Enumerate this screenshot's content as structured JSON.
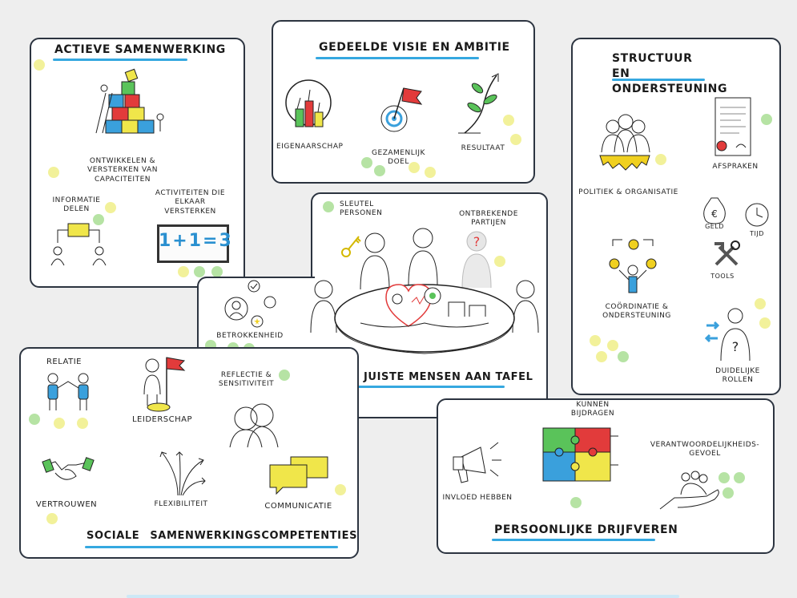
{
  "colors": {
    "yellow_dot": "#f2f19a",
    "green_dot": "#b6e3a4",
    "accent_blue": "#35a8e0",
    "border": "#2c3440"
  },
  "actieve": {
    "title": "actieve samenwerking",
    "cap_label": "ontwikkelen & versterken van capaciteiten",
    "info_label": "informatie delen",
    "act_label": "activiteiten die elkaar versterken",
    "board_text": "1+1=3"
  },
  "visie": {
    "title": "Gedeelde Visie en Ambitie",
    "eigenaar": "eigenaarschap",
    "doel": "gezamenlijk doel",
    "resultaat": "resultaat"
  },
  "structuur": {
    "title": "Structuur en ondersteuning",
    "politiek": "politiek & organisatie",
    "afspraken": "afspraken",
    "geld": "geld",
    "tijd": "tijd",
    "tools": "tools",
    "coord": "coördinatie & ondersteuning",
    "rollen": "duidelijke rollen"
  },
  "center": {
    "title": "de juiste mensen aan tafel",
    "sleutel": "sleutel personen",
    "ontbrekende": "ontbrekende partijen",
    "betrokken": "betrokkenheid"
  },
  "sociale": {
    "title": "sociale samenwerkingscompetenties",
    "relatie": "relatie",
    "leiderschap": "leiderschap",
    "reflectie": "reflectie & sensitiviteit",
    "vertrouwen": "vertrouwen",
    "flexibiliteit": "flexibiliteit",
    "communicatie": "communicatie"
  },
  "persoonlijke": {
    "title": "Persoonlijke Drijfveren",
    "kunnen": "kunnen bijdragen",
    "verantwoordelijk": "verantwoordelijkheids-gevoel",
    "invloed": "invloed hebben"
  }
}
